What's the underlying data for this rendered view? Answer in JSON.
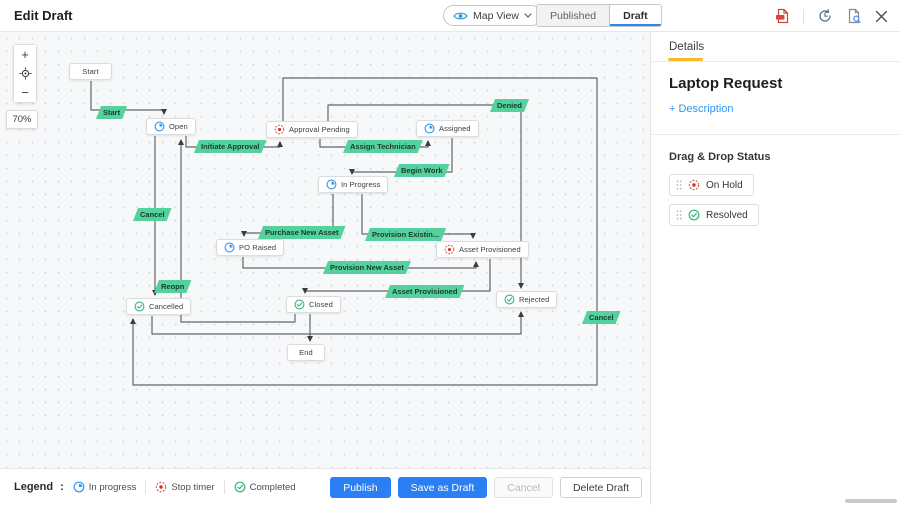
{
  "header": {
    "title": "Edit Draft",
    "view_selector": {
      "label": "Map View"
    },
    "tabs": [
      {
        "label": "Published"
      },
      {
        "label": "Draft"
      }
    ],
    "icons": {
      "export_pdf": "pdf-export",
      "history": "history",
      "preview": "document-preview",
      "close": "close"
    }
  },
  "canvas": {
    "zoom_level": "70%",
    "zoom_in": "+",
    "zoom_out": "−"
  },
  "diagram": {
    "nodes": [
      {
        "id": "start",
        "label": "Start",
        "icon": "none"
      },
      {
        "id": "open",
        "label": "Open",
        "icon": "in-progress"
      },
      {
        "id": "approval-pending",
        "label": "Approval Pending",
        "icon": "stop-timer"
      },
      {
        "id": "assigned",
        "label": "Assigned",
        "icon": "in-progress"
      },
      {
        "id": "in-progress",
        "label": "In Progress",
        "icon": "in-progress"
      },
      {
        "id": "po-raised",
        "label": "PO Raised",
        "icon": "in-progress"
      },
      {
        "id": "asset-provisioned",
        "label": "Asset Provisioned",
        "icon": "stop-timer"
      },
      {
        "id": "cancelled",
        "label": "Cancelled",
        "icon": "completed"
      },
      {
        "id": "closed",
        "label": "Closed",
        "icon": "completed"
      },
      {
        "id": "rejected",
        "label": "Rejected",
        "icon": "completed"
      },
      {
        "id": "end",
        "label": "End",
        "icon": "none"
      }
    ],
    "edge_labels": [
      {
        "text": "Start"
      },
      {
        "text": "Initiate Approval"
      },
      {
        "text": "Assign Technician"
      },
      {
        "text": "Denied"
      },
      {
        "text": "Begin Work"
      },
      {
        "text": "Cancel"
      },
      {
        "text": "Purchase New Asset"
      },
      {
        "text": "Provision Existin..."
      },
      {
        "text": "Provision New Asset"
      },
      {
        "text": "Asset Provisioned"
      },
      {
        "text": "Reopn"
      },
      {
        "text": "Cancel"
      }
    ]
  },
  "sidebar": {
    "tab": "Details",
    "title": "Laptop Request",
    "description_link": "+ Description",
    "drag_drop_heading": "Drag & Drop Status",
    "statuses": [
      {
        "label": "On Hold",
        "icon": "stop-timer"
      },
      {
        "label": "Resolved",
        "icon": "completed"
      }
    ]
  },
  "footer": {
    "legend_label": "Legend",
    "legend_colon": ":",
    "legend_items": [
      {
        "label": "In progress",
        "icon": "in-progress"
      },
      {
        "label": "Stop timer",
        "icon": "stop-timer"
      },
      {
        "label": "Completed",
        "icon": "completed"
      }
    ],
    "buttons": [
      {
        "label": "Publish"
      },
      {
        "label": "Save as Draft"
      },
      {
        "label": "Cancel"
      },
      {
        "label": "Delete Draft"
      }
    ]
  },
  "colors": {
    "accent_blue": "#2a7ff4",
    "active_tab_underline": "#fdb92c",
    "transition_label_green": "#55d19e",
    "in_progress_icon": "#2f97f3",
    "stop_timer_icon": "#c25a4d",
    "completed_icon": "#2eb878",
    "link_blue": "#2e96f5"
  }
}
